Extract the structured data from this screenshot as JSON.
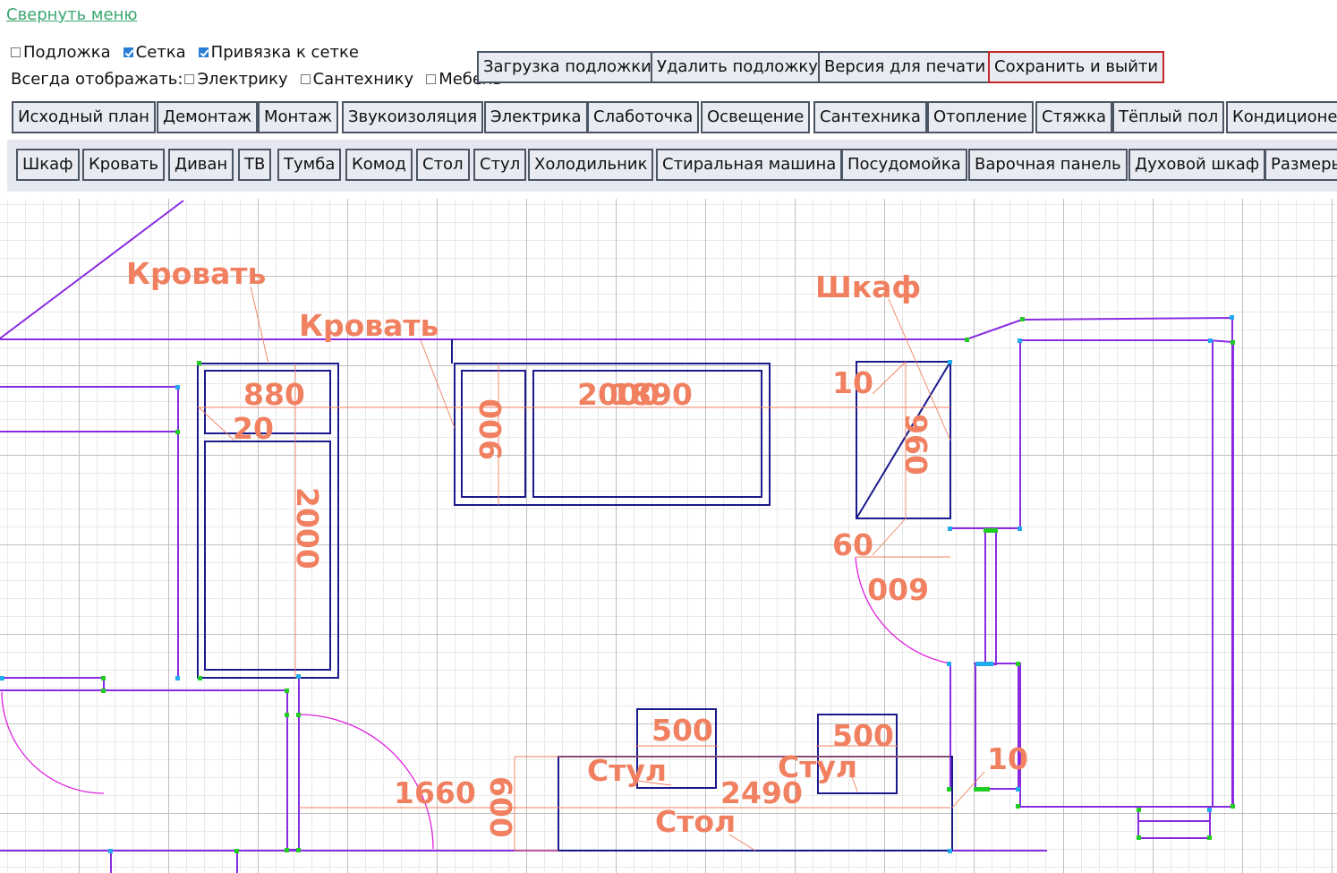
{
  "menu": {
    "collapse_link": "Свернуть меню"
  },
  "checks": {
    "underlay": {
      "label": "Подложка",
      "checked": false
    },
    "grid": {
      "label": "Сетка",
      "checked": true
    },
    "snap": {
      "label": "Привязка к сетке",
      "checked": true
    }
  },
  "always_show": {
    "label": "Всегда отображать:",
    "electrics": {
      "label": "Электрику",
      "checked": false
    },
    "plumbing": {
      "label": "Сантехнику",
      "checked": false
    },
    "furniture": {
      "label": "Мебель",
      "checked": false
    }
  },
  "actions": {
    "load_underlay": "Загрузка подложки",
    "delete_underlay": "Удалить подложку",
    "print_version": "Версия для печати",
    "save_exit": "Сохранить и выйти"
  },
  "plan_tabs": [
    "Исходный план",
    "Демонтаж",
    "Монтаж",
    "Звукоизоляция",
    "Электрика",
    "Слаботочка",
    "Освещение",
    "Сантехника",
    "Отопление",
    "Стяжка",
    "Тёплый пол",
    "Кондиционер"
  ],
  "furniture_buttons": [
    "Шкаф",
    "Кровать",
    "Диван",
    "ТВ",
    "Тумба",
    "Комод",
    "Стол",
    "Стул",
    "Холодильник",
    "Стиральная машина",
    "Посудомойка",
    "Варочная панель",
    "Духовой шкаф",
    "Размеры"
  ],
  "plan": {
    "labels": {
      "bed1": "Кровать",
      "bed2": "Кровать",
      "wardrobe": "Шкаф",
      "chair1": "Стул",
      "chair2": "Стул",
      "table": "Стол"
    },
    "dims": {
      "bed1_width": "880",
      "bed1_offset": "20",
      "bed1_length": "2000",
      "bed2_width": "900",
      "bed2_length_a": "2000",
      "bed2_length_b": "1890",
      "wardrobe_offset_top": "10",
      "wardrobe_depth": "960",
      "wardrobe_offset_bottom": "60",
      "wardrobe_width": "600",
      "chair1_size": "500",
      "chair2_size": "500",
      "table_length": "2490",
      "table_width": "600",
      "gap_left": "1660",
      "right_offset": "10"
    },
    "colors": {
      "wall": "#8a2be2",
      "furniture": "#1a1a8c",
      "dimension": "#f08060",
      "door_arc": "#e020e0",
      "node_green": "#22cc22",
      "node_cyan": "#22aaee"
    }
  }
}
